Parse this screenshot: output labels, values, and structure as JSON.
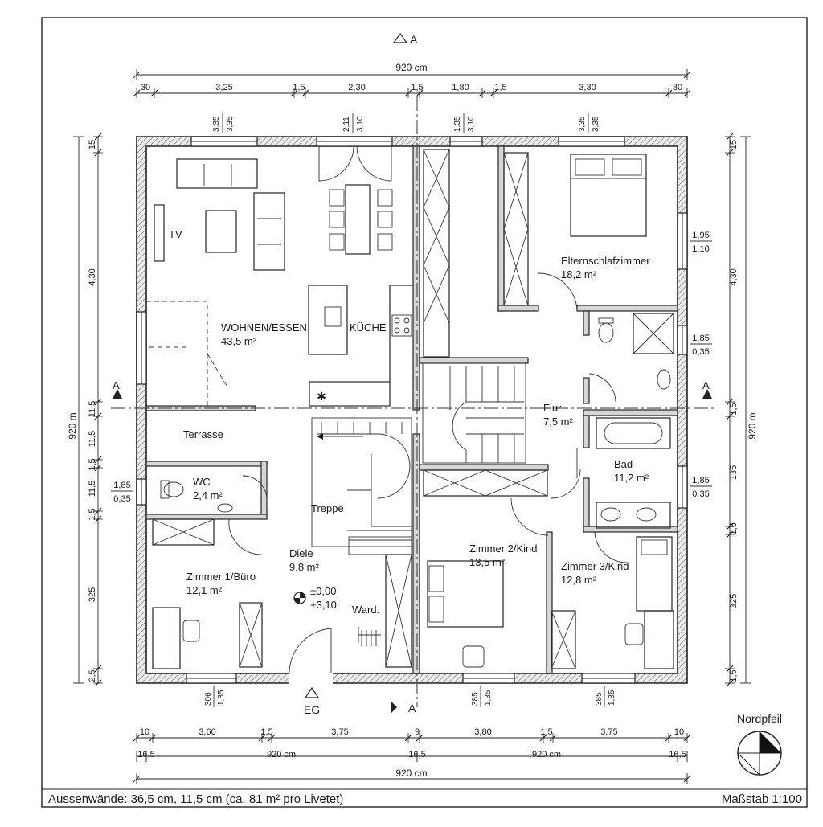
{
  "dimensions": {
    "top_total": "920 cm",
    "top_segments": [
      "30",
      "3,25",
      "1,5",
      "2,30",
      "1,5",
      "1,80",
      "1,5",
      "3,30",
      "30"
    ],
    "top_window_labels": [
      {
        "a": "3,35",
        "b": "3,35"
      },
      {
        "a": "2,11",
        "b": "3,10"
      },
      {
        "a": "1,35",
        "b": "3,10"
      },
      {
        "a": "3,35",
        "b": "3,35"
      }
    ],
    "bottom_segments": [
      "10",
      "3,60",
      "1,5",
      "3,75",
      "9",
      "3,80",
      "1,5",
      "3,75",
      "10"
    ],
    "bottom_mid_labels": [
      "16,5",
      "920 cm",
      "16,5",
      "920 cm",
      "16,5"
    ],
    "bottom_total": "920 cm",
    "bottom_window_labels": [
      {
        "a": "306",
        "b": "1,35"
      },
      {
        "a": "385",
        "b": "1,35"
      },
      {
        "a": "385",
        "b": "1,35"
      }
    ],
    "left_total": "920 m",
    "left_segments": [
      "15",
      "4,30",
      "11,5",
      "11,5",
      "1,5",
      "11,5",
      "1,5",
      "325",
      "2,5"
    ],
    "left_window_label": {
      "a": "1,85",
      "b": "0,35"
    },
    "right_total": "920 m",
    "right_segments": [
      "15",
      "4,30",
      "1,5",
      "135",
      "1,5",
      "325",
      "1,5"
    ],
    "right_window_labels": [
      {
        "a": "1,95",
        "b": "1,10"
      },
      {
        "a": "1,85",
        "b": "0,35"
      },
      {
        "a": "1,85",
        "b": "0,35"
      }
    ]
  },
  "rooms": {
    "wohnen_name": "WOHNEN/ESSEN",
    "wohnen_area": "43,5 m²",
    "kueche": "KÜCHE",
    "tv": "TV",
    "terrasse": "Terrasse",
    "wc_name": "WC",
    "wc_area": "2,4 m²",
    "treppe": "Treppe",
    "diele_name": "Diele",
    "diele_area": "9,8 m²",
    "level_a": "±0,00",
    "level_b": "+3,10",
    "ward": "Ward.",
    "zimmer1_name": "Zimmer 1/Büro",
    "zimmer1_area": "12,1 m²",
    "eltern_name": "Elternschlafzimmer",
    "eltern_area": "18,2 m²",
    "flur_name": "Flur",
    "flur_area": "7,5 m²",
    "bad_name": "Bad",
    "bad_area": "11,2 m²",
    "zimmer2_name": "Zimmer 2/Kind",
    "zimmer2_area": "13,5 m²",
    "zimmer3_name": "Zimmer 3/Kind",
    "zimmer3_area": "12,8 m²"
  },
  "markers": {
    "section_label": "A",
    "entrance_label": "EG",
    "north_label": "Nordpfeil"
  },
  "footer": {
    "walls_note": "Aussenwände: 36,5 cm, 11,5 cm (ca. 81 m² pro Livetet)",
    "scale": "Maßstab 1:100"
  }
}
